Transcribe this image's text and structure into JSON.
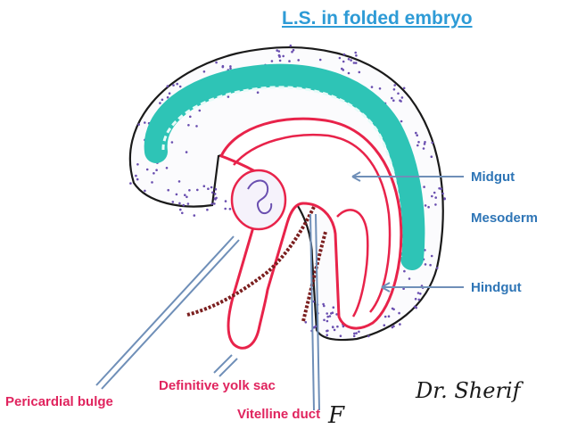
{
  "title": "L.S. in folded embryo",
  "labels": {
    "midgut": "Midgut",
    "mesoderm": "Mesoderm",
    "hindgut": "Hindgut",
    "definitive_yolk_sac": "Definitive yolk sac",
    "pericardial_bulge": "Pericardial bulge",
    "vitelline_duct": "Vitelline duct"
  },
  "credit": "Dr. Sherif",
  "credit_fragment": "F",
  "colors": {
    "title": "#2e9bd6",
    "right_labels": "#2e75b6",
    "bottom_labels": "#e0245e",
    "gut": "#e8234a",
    "neural_tube": "#2ec4b6",
    "pointer": "#6f8fb8",
    "dots": "#6a4fb0",
    "heart_tube": "#7b1f1f"
  }
}
